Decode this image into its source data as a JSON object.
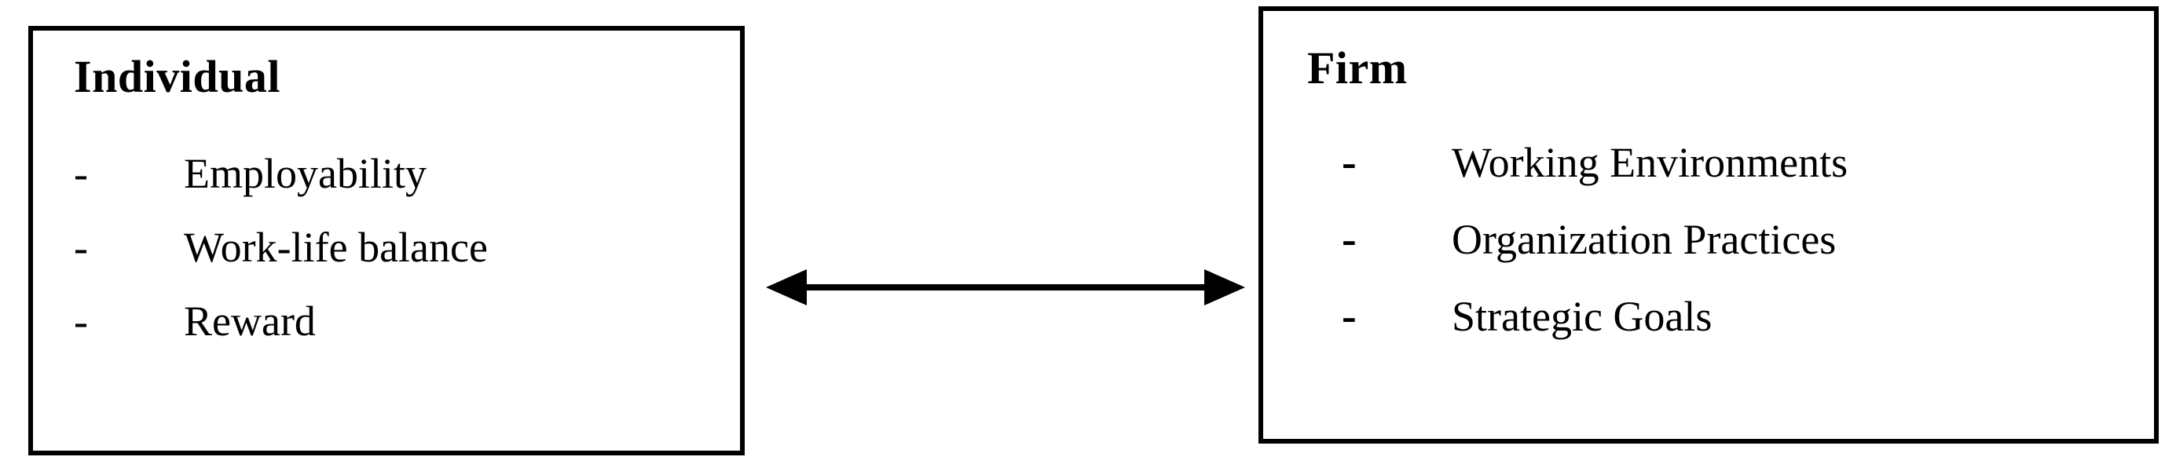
{
  "diagram": {
    "title": "Individual and Firm relationship diagram",
    "background_color": "#ffffff",
    "line_color": "#000000",
    "left_box": {
      "heading": "Individual",
      "bullet_symbol": "-",
      "items": [
        {
          "label": "Employability"
        },
        {
          "label": "Work-life balance"
        },
        {
          "label": "Reward"
        }
      ]
    },
    "right_box": {
      "heading": "Firm",
      "bullet_symbol": "-",
      "items": [
        {
          "label": "Working Environments"
        },
        {
          "label": "Organization Practices"
        },
        {
          "label": "Strategic Goals"
        }
      ]
    },
    "connector": {
      "icon": "double-headed-arrow",
      "direction": "bidirectional",
      "color": "#000000"
    }
  }
}
